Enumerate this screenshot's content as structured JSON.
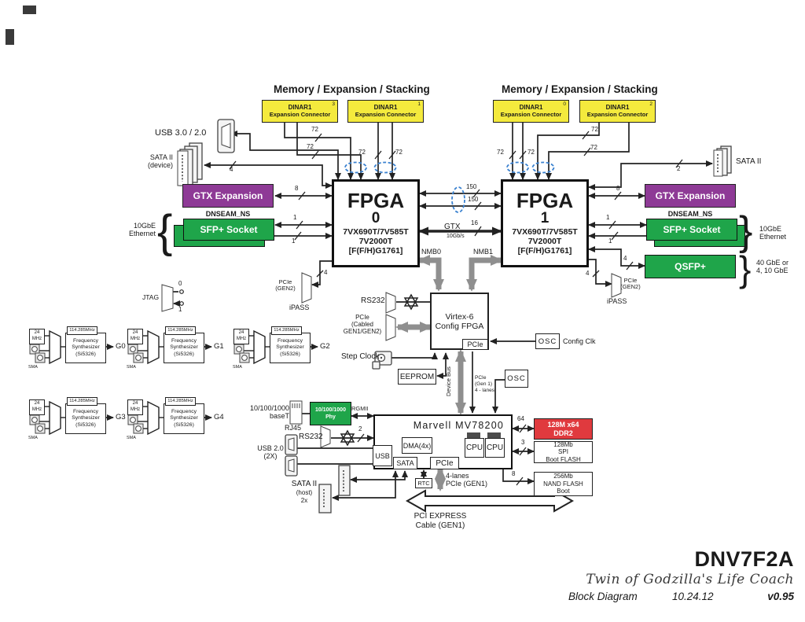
{
  "headers": {
    "left": "Memory / Expansion / Stacking",
    "right": "Memory / Expansion / Stacking"
  },
  "dinar": {
    "label1": "DINAR1",
    "label2": "Expansion Connector",
    "nums": [
      "3",
      "1",
      "0",
      "2"
    ]
  },
  "fpga": {
    "name": "FPGA",
    "nums": [
      "0",
      "1"
    ],
    "sub1": "7VX690T/7V585T",
    "sub2": "7V2000T",
    "sub3": "[F(F/H)G1761]"
  },
  "wire_labels": {
    "w72": "72",
    "w150": "150",
    "w16": "16",
    "w8": "8",
    "w4": "4",
    "w2": "2",
    "w1": "1",
    "w3": "3",
    "w64": "64",
    "gtx": "GTX",
    "rate": "10Gb/s",
    "nmb0": "NMB0",
    "nmb1": "NMB1",
    "rgmii": "RGMII"
  },
  "left_io": {
    "usb": "USB 3.0 / 2.0",
    "sata1": "SATA II",
    "sata2": "(device)",
    "gtx": "GTX Expansion",
    "dnseam": "DNSEAM_NS",
    "sfp": "SFP+ Socket",
    "eth1": "10GbE",
    "eth2": "Ethernet",
    "brace": "{",
    "jtag": "JTAG",
    "jtag0": "0",
    "jtag1": "1",
    "pcie1": "PCIe",
    "pcie2": "(GEN2)",
    "ipass": "iPASS"
  },
  "right_io": {
    "sata": "SATA II",
    "gtx": "GTX Expansion",
    "dnseam": "DNSEAM_NS",
    "sfp": "SFP+ Socket",
    "eth1": "10GbE",
    "eth2": "Ethernet",
    "brace": "}",
    "qsfp": "QSFP+",
    "q1": "40 GbE or",
    "q2": "4, 10 GbE",
    "pcie1": "PCIe",
    "pcie2": "(GEN2)",
    "ipass": "iPASS"
  },
  "synth": {
    "f24a": "24",
    "f24b": "MHz",
    "fout": "114.285MHz",
    "l1": "Frequency",
    "l2": "Synthesizer",
    "l3": "(Si5326)",
    "sma": "SMA",
    "outputs": [
      "G0",
      "G1",
      "G2",
      "G3",
      "G4"
    ]
  },
  "config": {
    "rs232": "RS232",
    "cab1": "PCIe",
    "cab2": "(Cabled",
    "cab3": "GEN1/GEN2)",
    "v1": "Virtex-6",
    "v2": "Config FPGA",
    "pcie": "PCIe",
    "step": "Step Clock",
    "eeprom": "EEPROM",
    "devbus": "Device Bus",
    "gen1a": "PCIe",
    "gen1b": "(Gen 1)",
    "gen1c": "4 - lanes",
    "osc": "OSC",
    "cfgclk": "Config Clk",
    "osc2": "OSC"
  },
  "marvell": {
    "title": "Marvell MV78200",
    "dma": "DMA(4x)",
    "cpu": "CPU",
    "usb": "USB",
    "sata": "SATA",
    "pcie": "PCIe",
    "rtc": "RTC"
  },
  "mem": {
    "ddr1": "128M x64",
    "ddr2": "DDR2",
    "spi1": "128Mb",
    "spi2": "SPI",
    "spi3": "Boot FLASH",
    "nand1": "256Mb",
    "nand2": "NAND FLASH",
    "nand3": "Boot"
  },
  "south": {
    "baset1": "10/100/1000",
    "baset2": "baseT",
    "rj45": "RJ45",
    "phy1": "10/100/1000",
    "phy2": "Phy",
    "rs232": "RS232",
    "usb1": "USB 2.0",
    "usb2": "(2X)",
    "satah1": "SATA II",
    "satah2": "(host)",
    "satah3": "2x",
    "lanes1": "4-lanes",
    "lanes2": "PCIe (GEN1)",
    "cable1": "PCI EXPRESS",
    "cable2": "Cable (GEN1)"
  },
  "title_block": {
    "part": "DNV7F2A",
    "tagline": "Twin of Godzilla's Life Coach",
    "doc": "Block Diagram",
    "date": "10.24.12",
    "version": "v0.95"
  }
}
